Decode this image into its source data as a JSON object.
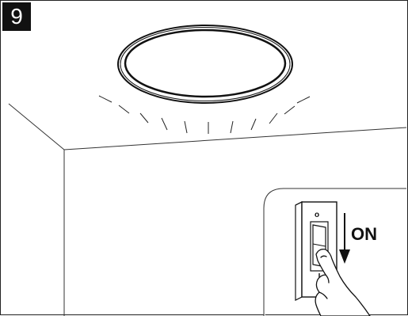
{
  "step": {
    "number": "9"
  },
  "switch": {
    "top_mark": "o",
    "bottom_mark": "I",
    "direction_label": "ON"
  },
  "icons": {
    "ceiling_light": "ceiling-lamp-icon",
    "switch": "wall-switch-icon",
    "arrow": "arrow-down-icon",
    "hand": "hand-pressing-icon"
  },
  "colors": {
    "ink": "#111111",
    "background": "#ffffff"
  }
}
